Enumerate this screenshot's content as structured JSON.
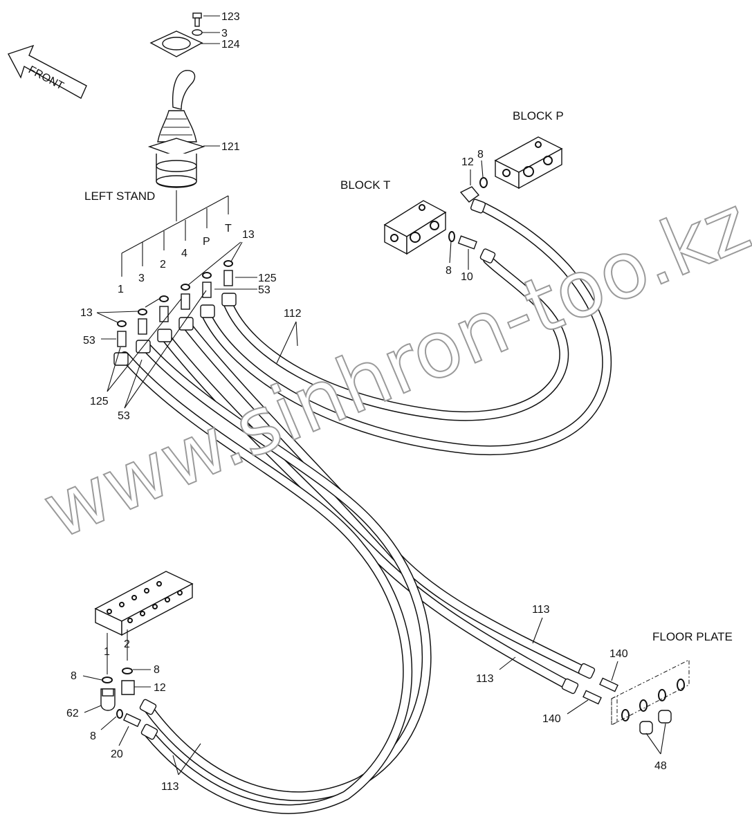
{
  "titles": {
    "left_stand": "LEFT STAND",
    "block_p": "BLOCK P",
    "block_t": "BLOCK T",
    "floor_plate": "FLOOR PLATE",
    "front": "FRONT"
  },
  "port_labels": {
    "p1": "1",
    "p2": "2",
    "p3": "3",
    "p4": "4",
    "pP": "P",
    "pT": "T",
    "b1": "1",
    "b2": "2"
  },
  "callouts": {
    "c123": "123",
    "c3": "3",
    "c124": "124",
    "c121": "121",
    "c13a": "13",
    "c13b": "13",
    "c125a": "125",
    "c125b": "125",
    "c53a": "53",
    "c53b": "53",
    "c53c": "53",
    "c112": "112",
    "c12a": "12",
    "c8a": "8",
    "c8b": "8",
    "c10": "10",
    "c113a": "113",
    "c113b": "113",
    "c113c": "113",
    "c140a": "140",
    "c140b": "140",
    "c48": "48",
    "c8c": "8",
    "c8d": "8",
    "c8e": "8",
    "c12b": "12",
    "c62": "62",
    "c20": "20"
  },
  "watermark": "www.sinhron-too.kz"
}
